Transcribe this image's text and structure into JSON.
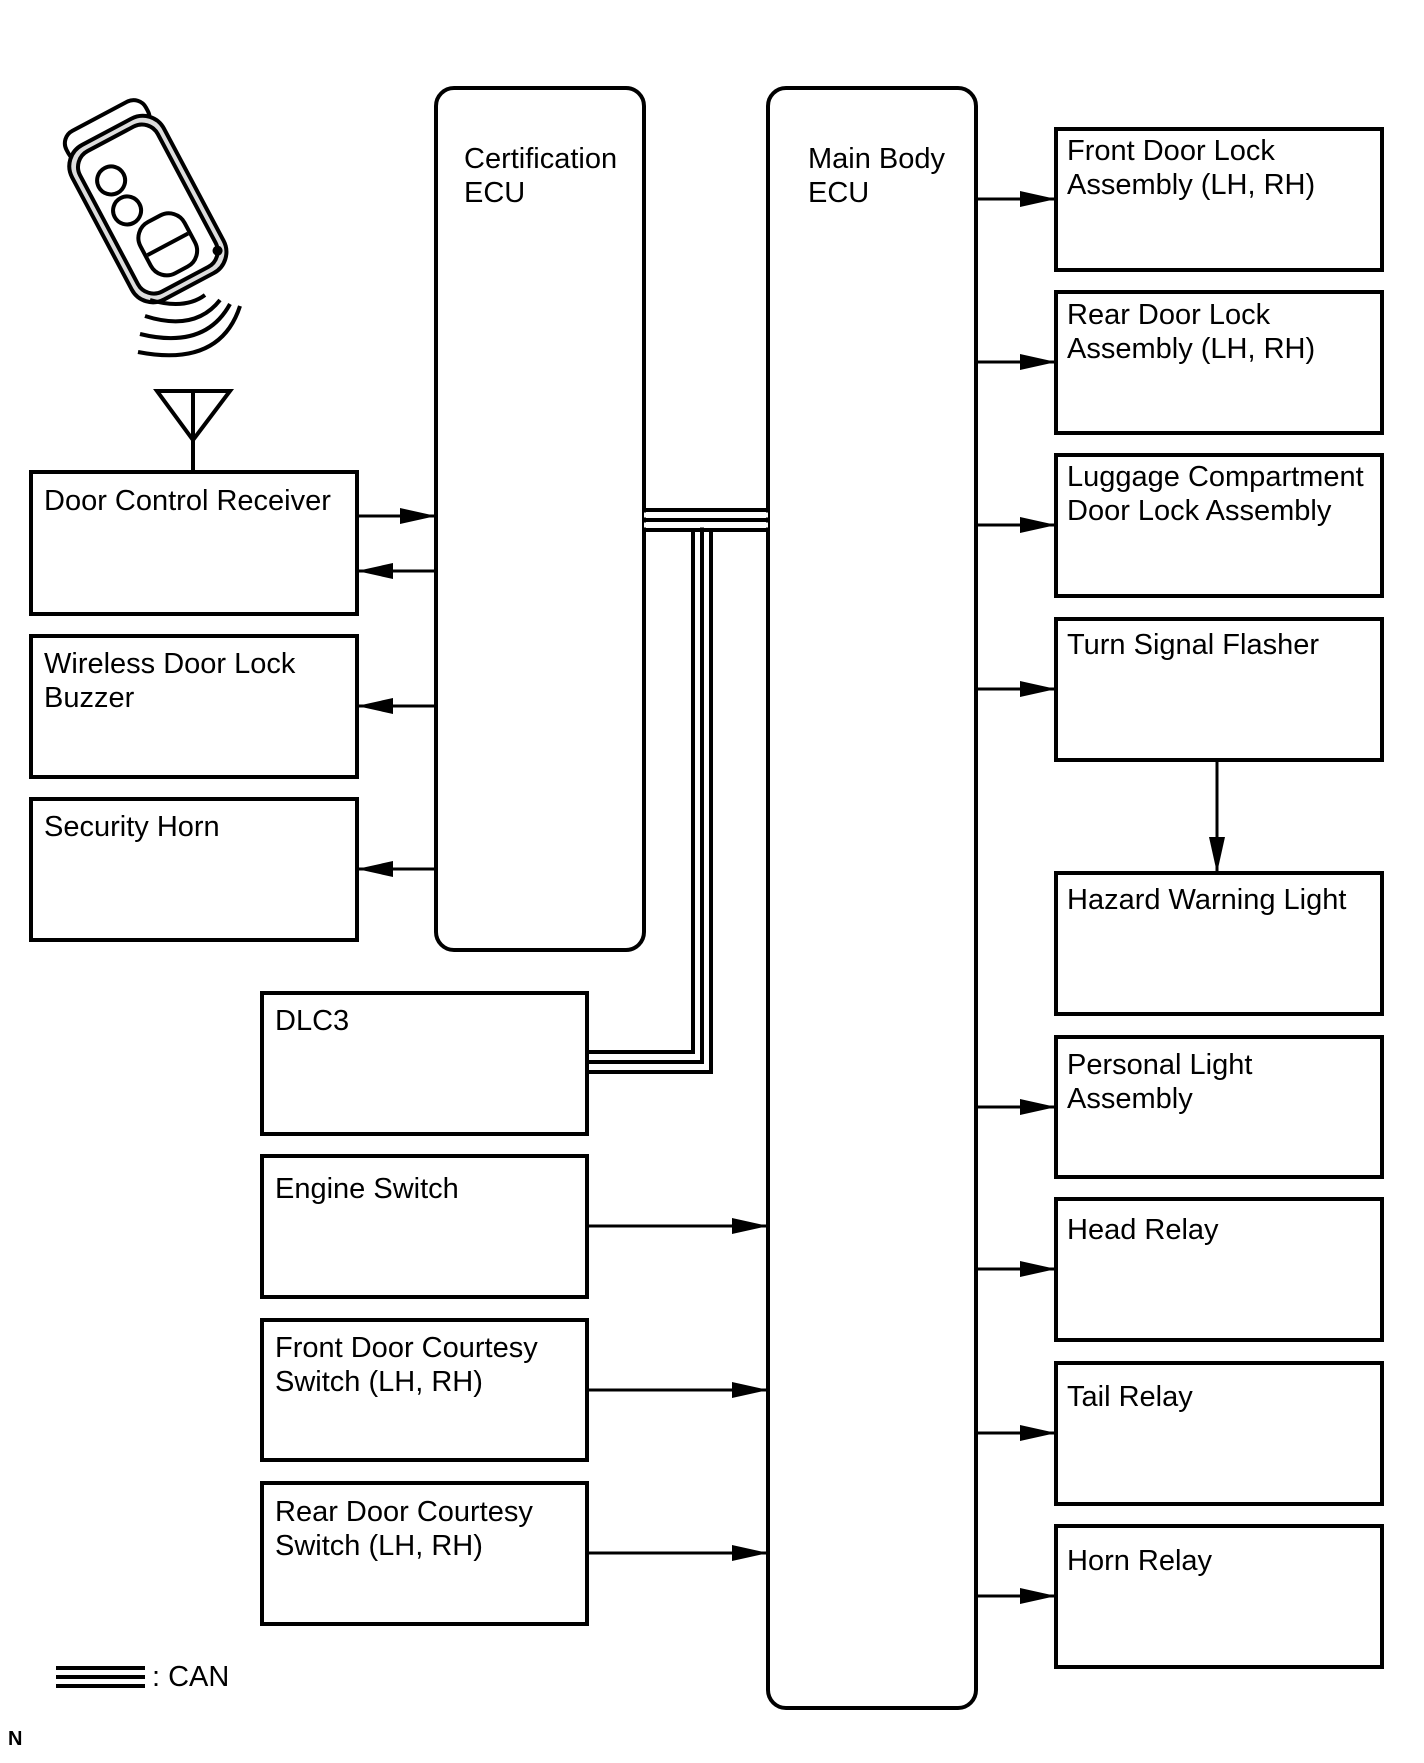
{
  "ecus": {
    "certification": "Certification\nECU",
    "main_body": "Main Body\nECU"
  },
  "inputs_left": {
    "door_control_receiver": "Door Control Receiver",
    "wireless_door_lock_buzzer": "Wireless Door Lock\nBuzzer",
    "security_horn": "Security Horn",
    "dlc3": "DLC3",
    "engine_switch": "Engine Switch",
    "front_door_courtesy_switch": "Front Door Courtesy\nSwitch (LH, RH)",
    "rear_door_courtesy_switch": "Rear Door Courtesy\nSwitch (LH, RH)"
  },
  "outputs_right": {
    "front_door_lock": "Front Door Lock\nAssembly (LH, RH)",
    "rear_door_lock": "Rear Door Lock\nAssembly (LH, RH)",
    "luggage_door_lock": "Luggage Compartment\nDoor Lock Assembly",
    "turn_signal_flasher": "Turn Signal Flasher",
    "hazard_warning_light": "Hazard Warning Light",
    "personal_light": "Personal Light\nAssembly",
    "head_relay": "Head Relay",
    "tail_relay": "Tail Relay",
    "horn_relay": "Horn Relay"
  },
  "legend": {
    "can_label": ": CAN"
  },
  "corner_mark": "N",
  "icons": {
    "key_fob": "smart-key-fob-icon",
    "antenna": "antenna-icon"
  }
}
